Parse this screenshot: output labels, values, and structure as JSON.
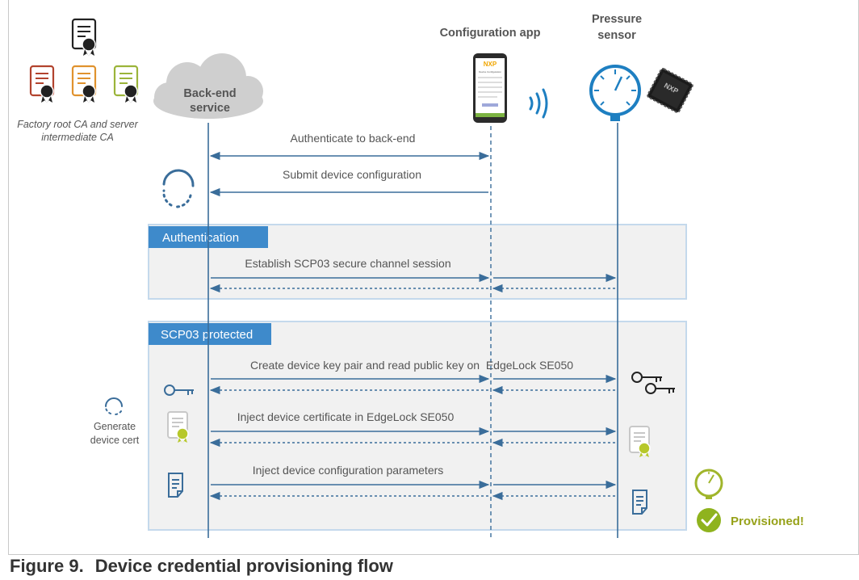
{
  "actors": {
    "backend": "Back-end service",
    "app": "Configuration app",
    "sensor": "Pressure sensor",
    "ca_note": "Factory root CA and server intermediate CA"
  },
  "sections": {
    "authentication": "Authentication",
    "scp03": "SCP03 protected"
  },
  "messages": {
    "auth_backend": "Authenticate to back-end",
    "submit_config": "Submit device configuration",
    "establish_scp03": "Establish SCP03 secure channel session",
    "create_keypair": "Create device key pair and read public key on  EdgeLock SE050",
    "inject_cert": "Inject device certificate in EdgeLock SE050",
    "inject_params": "Inject device configuration parameters"
  },
  "side_note": {
    "line1": "Generate",
    "line2": "device cert"
  },
  "status": {
    "provisioned": "Provisioned!"
  },
  "phone": {
    "logo": "NXP",
    "title": "Device Configuration"
  },
  "chip": {
    "logo": "NXP"
  },
  "caption": {
    "number": "Figure 9.",
    "title": "Device credential provisioning flow"
  },
  "colors": {
    "blue": "#3a6d9a",
    "header_blue": "#3e8acb",
    "green": "#8fb31e",
    "olive": "#97a21a"
  }
}
